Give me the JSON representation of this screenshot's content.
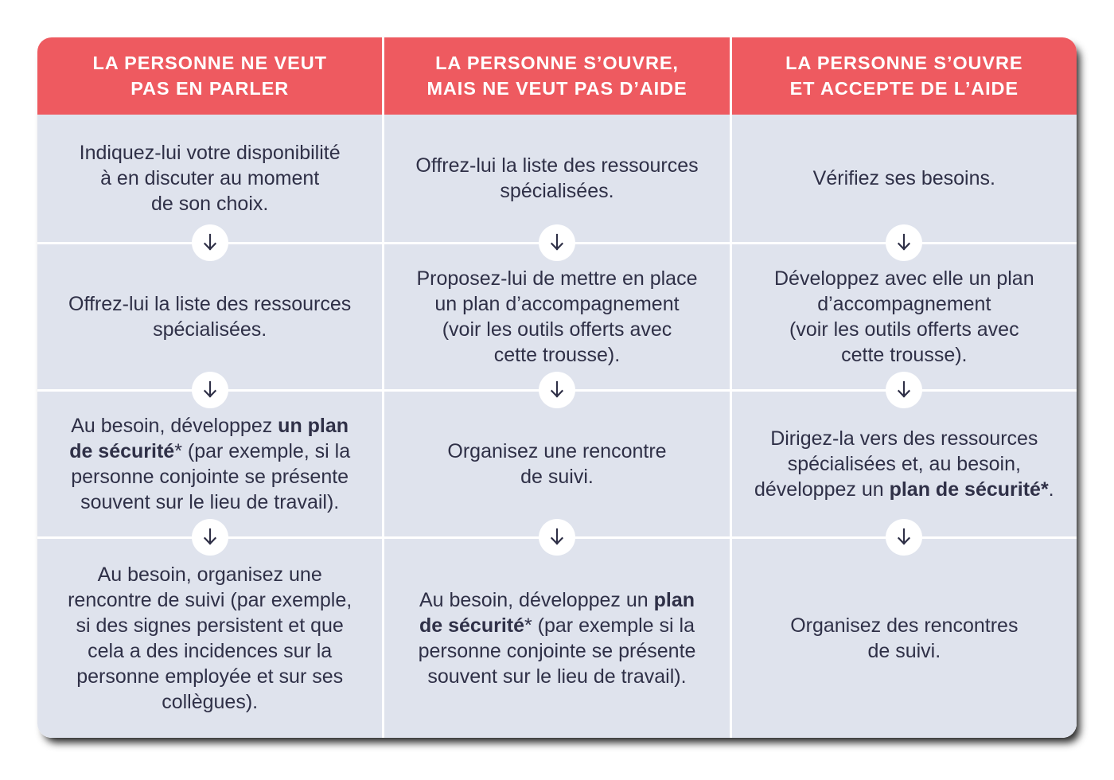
{
  "colors": {
    "header_red": "#ee5a60",
    "cell_bg": "#dfe3ed",
    "text": "#2f3047",
    "divider": "#ffffff",
    "page_bg": "#ffffff"
  },
  "icons": {
    "arrow": "arrow-down-icon"
  },
  "table": {
    "columns": [
      {
        "id": "column-1",
        "header": "LA PERSONNE NE VEUT PAS EN PARLER",
        "header_lines": [
          "LA PERSONNE NE VEUT",
          "PAS EN PARLER"
        ],
        "steps": [
          {
            "id": "c1-step-1",
            "text": "Indiquez-lui votre disponibilité à en discuter au moment de son choix.",
            "lines": [
              "Indiquez-lui votre disponibilité",
              "à en discuter au moment",
              "de son choix."
            ],
            "bold_parts": [],
            "has_arrow": true
          },
          {
            "id": "c1-step-2",
            "text": "Offrez-lui la liste des ressources spécialisées.",
            "lines": [
              "Offrez-lui la liste des ressources",
              "spécialisées."
            ],
            "bold_parts": [],
            "has_arrow": true
          },
          {
            "id": "c1-step-3",
            "text": "Au besoin, développez un plan de sécurité* (par exemple, si la personne conjointe se présente souvent sur le lieu de travail).",
            "lines": [
              "Au besoin, développez un plan",
              "de sécurité* (par exemple, si la",
              "personne conjointe se présente",
              "souvent sur le lieu de travail)."
            ],
            "bold_parts": [
              "un plan de sécurité"
            ],
            "has_arrow": true
          },
          {
            "id": "c1-step-4",
            "text": "Au besoin, organisez une rencontre de suivi (par exemple, si des signes persistent et que cela a des incidences sur la personne employée et sur ses collègues).",
            "lines": [
              "Au besoin, organisez une",
              "rencontre de suivi (par exemple,",
              "si des signes persistent et que",
              "cela a des incidences sur la",
              "personne employée et sur ses",
              "collègues)."
            ],
            "bold_parts": [],
            "has_arrow": false
          }
        ]
      },
      {
        "id": "column-2",
        "header": "LA PERSONNE S’OUVRE, MAIS NE VEUT PAS D’AIDE",
        "header_lines": [
          "LA PERSONNE S’OUVRE,",
          "MAIS NE VEUT PAS D’AIDE"
        ],
        "steps": [
          {
            "id": "c2-step-1",
            "text": "Offrez-lui la liste des ressources spécialisées.",
            "lines": [
              "Offrez-lui la liste des ressources",
              "spécialisées."
            ],
            "bold_parts": [],
            "has_arrow": true
          },
          {
            "id": "c2-step-2",
            "text": "Proposez-lui de mettre en place un plan d’accompagnement (voir les outils offerts avec cette trousse).",
            "lines": [
              "Proposez-lui de mettre en place",
              "un plan d’accompagnement",
              "(voir les outils offerts avec",
              "cette trousse)."
            ],
            "bold_parts": [],
            "has_arrow": true
          },
          {
            "id": "c2-step-3",
            "text": "Organisez une rencontre de suivi.",
            "lines": [
              "Organisez une rencontre",
              "de suivi."
            ],
            "bold_parts": [],
            "has_arrow": true
          },
          {
            "id": "c2-step-4",
            "text": "Au besoin, développez un plan de sécurité* (par exemple si la personne conjointe se présente souvent sur le lieu de travail).",
            "lines": [
              "Au besoin, développez un plan",
              "de sécurité* (par exemple si la",
              "personne conjointe se présente",
              "souvent sur le lieu de travail)."
            ],
            "bold_parts": [
              "plan de sécurité"
            ],
            "has_arrow": false
          }
        ]
      },
      {
        "id": "column-3",
        "header": "LA PERSONNE S’OUVRE ET ACCEPTE DE L’AIDE",
        "header_lines": [
          "LA PERSONNE S’OUVRE",
          "ET ACCEPTE DE L’AIDE"
        ],
        "steps": [
          {
            "id": "c3-step-1",
            "text": "Vérifiez ses besoins.",
            "lines": [
              "Vérifiez ses besoins."
            ],
            "bold_parts": [],
            "has_arrow": true
          },
          {
            "id": "c3-step-2",
            "text": "Développez avec elle un plan d’accompagnement (voir les outils offerts avec cette trousse).",
            "lines": [
              "Développez avec elle un plan",
              "d’accompagnement",
              "(voir les outils offerts avec",
              "cette trousse)."
            ],
            "bold_parts": [],
            "has_arrow": true
          },
          {
            "id": "c3-step-3",
            "text": "Dirigez-la vers des ressources spécialisées et, au besoin, développez un plan de sécurité*.",
            "lines": [
              "Dirigez-la vers des ressources",
              "spécialisées et, au besoin,",
              "développez un plan de sécurité*."
            ],
            "bold_parts": [
              "plan de sécurité*"
            ],
            "has_arrow": true
          },
          {
            "id": "c3-step-4",
            "text": "Organisez des rencontres de suivi.",
            "lines": [
              "Organisez des rencontres",
              "de suivi."
            ],
            "bold_parts": [],
            "has_arrow": false
          }
        ]
      }
    ]
  }
}
